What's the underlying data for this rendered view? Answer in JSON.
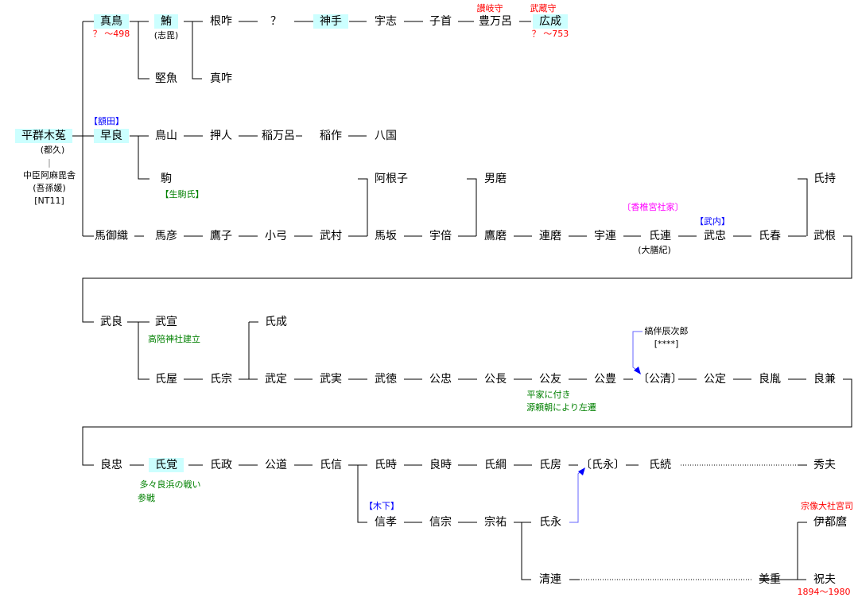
{
  "colors": {
    "highlight": "#ccffff",
    "office": "#ff0000",
    "branch": "#0000ff",
    "note": "#008000",
    "shrine": "#ff00ff"
  },
  "r1": {
    "mashima": "真鳥",
    "shibi": "鮪",
    "nesaku": "根咋",
    "unknown": "？",
    "kamite": "神手",
    "ushi": "宇志",
    "kobito": "子首",
    "toyomaro": "豊万呂",
    "hironari": "広成"
  },
  "r1notes": {
    "mashima_dates": "？ ～498",
    "shibi_alias": "(志毘)",
    "toyomaro_office": "讃岐守",
    "hironari_office": "武蔵守",
    "hironari_dates": "？ ～753"
  },
  "r2": {
    "katsuo": "堅魚",
    "masaku": "真咋"
  },
  "r3": {
    "tsuku": "平群木菟",
    "sawara": "早良",
    "toriyama": "鳥山",
    "oshihito": "押人",
    "inamaro": "稲万呂",
    "inasaku": "稲作",
    "yakuni": "八国",
    "sawara_branch": "【額田】"
  },
  "root": {
    "alias": "(都久)",
    "sep": "|",
    "spouse": "中臣阿麻毘舎",
    "spouse_alias": "(吾孫媛)",
    "ref": "[NT11]"
  },
  "r4": {
    "koma": "駒",
    "koma_branch": "【生駒氏】",
    "aneko": "阿根子",
    "omaro": "男磨",
    "ujimochi": "氏持"
  },
  "r5notes": {
    "kashii": "〔香椎宮社家〕",
    "takeuchi": "【武内】",
    "daizenki": "(大膳紀)"
  },
  "r5": [
    "馬御織",
    "馬彦",
    "鷹子",
    "小弓",
    "武村",
    "馬坂",
    "宇倍",
    "鷹磨",
    "連磨",
    "宇連",
    "氏連",
    "武忠",
    "氏春",
    "武根"
  ],
  "r6": {
    "takeyoshi": "武良",
    "takenori": "武宣",
    "takanori_note": "高陪神社建立",
    "ujinari": "氏成",
    "adopt_name": "縞伴辰次郎",
    "adopt_ref": "[****]"
  },
  "r7": [
    "氏屋",
    "氏宗",
    "武定",
    "武実",
    "武徳",
    "公忠",
    "公長",
    "公友",
    "公豊",
    "〔公清〕",
    "公定",
    "良胤",
    "良兼"
  ],
  "r7notes": {
    "line1": "平家に付き",
    "line2": "源頼朝により左遷"
  },
  "r8": [
    "良忠",
    "氏覚",
    "氏政",
    "公道",
    "氏信",
    "氏時",
    "良時",
    "氏綱",
    "氏房",
    "〔氏永〕",
    "氏続",
    "秀夫"
  ],
  "r8notes": {
    "line1": "多々良浜の戦い",
    "line2": "参戦"
  },
  "r9": {
    "kinoshita": "【木下】",
    "nobutaka": "信孝",
    "nobumune": "信宗",
    "munesuke": "宗祐",
    "ujinaga": "氏永",
    "gushi": "宗像大社宮司",
    "itsumaro": "伊都麿"
  },
  "r10": {
    "kiyotsura": "清連",
    "yoshishige": "美重",
    "norio": "祝夫",
    "norio_dates": "1894～1980"
  }
}
